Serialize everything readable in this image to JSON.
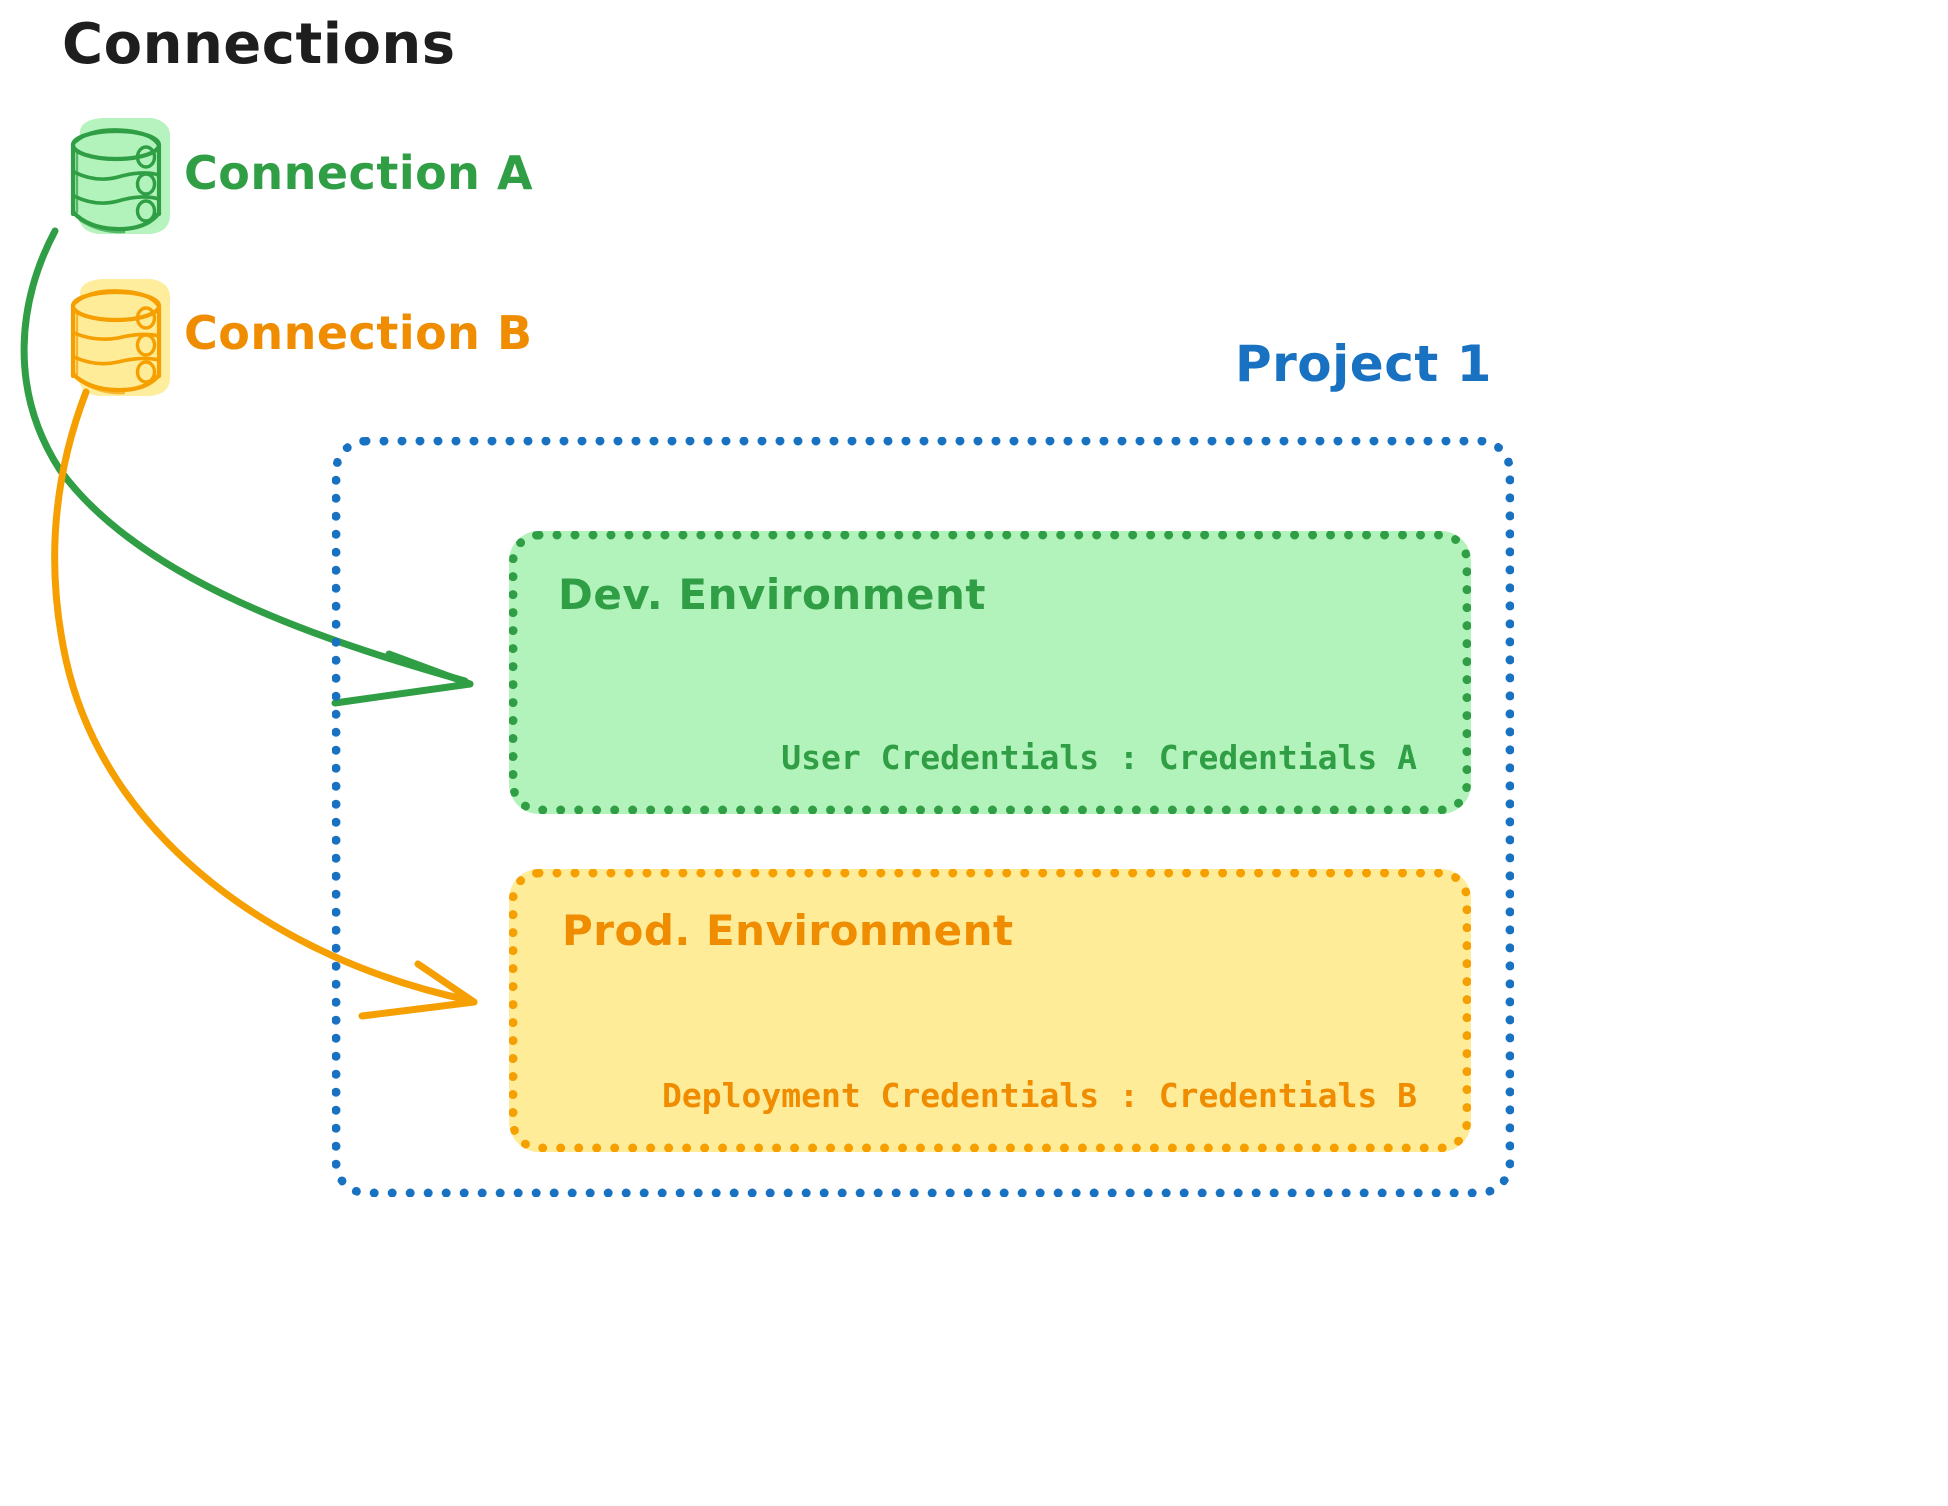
{
  "diagram": {
    "title": "Connections",
    "title_color": "#1e1e1e",
    "background": "#ffffff"
  },
  "connections": [
    {
      "icon": "database-cylinder-icon",
      "label": "Connection A",
      "color": "#2f9e44",
      "fill": "#b2f2bb",
      "target": "Dev. Environment"
    },
    {
      "icon": "database-cylinder-icon",
      "label": "Connection B",
      "color": "#f08c00",
      "fill": "#ffec99",
      "target": "Prod. Environment"
    }
  ],
  "project": {
    "title": "Project 1",
    "color": "#1971c2",
    "border_style": "dotted",
    "environments": [
      {
        "name": "dev",
        "title": "Dev. Environment",
        "credentials_text": "User Credentials : Credentials A",
        "credentials_key": "User Credentials",
        "credentials_value": "Credentials A",
        "color": "#2f9e44",
        "fill": "#b2f2bb"
      },
      {
        "name": "prod",
        "title": "Prod. Environment",
        "credentials_text": "Deployment Credentials : Credentials B",
        "credentials_key": "Deployment Credentials",
        "credentials_value": "Credentials B",
        "color": "#f08c00",
        "fill": "#ffec99"
      }
    ]
  },
  "arrows": [
    {
      "name": "connection-a-to-dev-env",
      "color": "#2f9e44"
    },
    {
      "name": "connection-b-to-prod-env",
      "color": "#f08c00"
    }
  ]
}
